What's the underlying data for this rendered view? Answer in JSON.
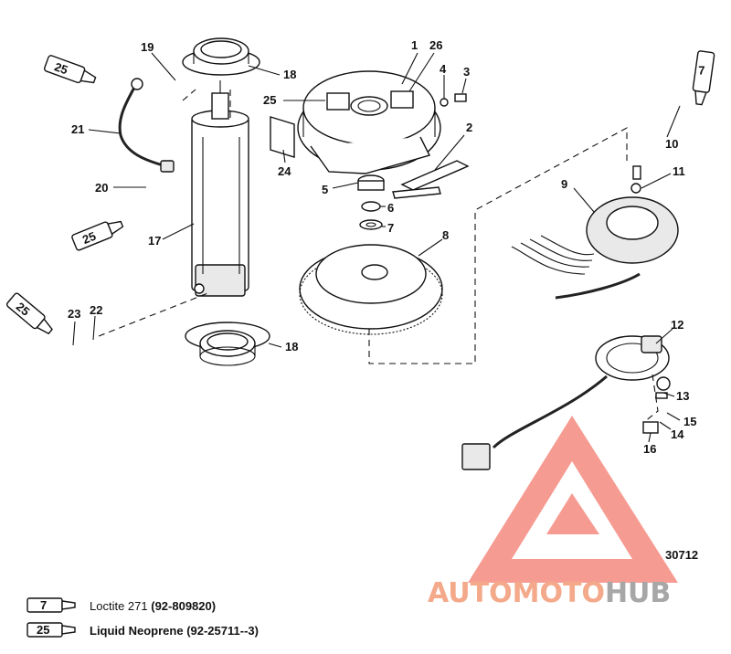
{
  "figure_number": "30712",
  "callouts": [
    {
      "id": "c1",
      "label": "1"
    },
    {
      "id": "c26",
      "label": "26"
    },
    {
      "id": "c4",
      "label": "4"
    },
    {
      "id": "c3",
      "label": "3"
    },
    {
      "id": "c2",
      "label": "2"
    },
    {
      "id": "c19",
      "label": "19"
    },
    {
      "id": "c18a",
      "label": "18"
    },
    {
      "id": "c25a",
      "label": "25"
    },
    {
      "id": "c21",
      "label": "21"
    },
    {
      "id": "c20",
      "label": "20"
    },
    {
      "id": "c17",
      "label": "17"
    },
    {
      "id": "c24",
      "label": "24"
    },
    {
      "id": "c5",
      "label": "5"
    },
    {
      "id": "c6",
      "label": "6"
    },
    {
      "id": "c7",
      "label": "7"
    },
    {
      "id": "c8",
      "label": "8"
    },
    {
      "id": "c10",
      "label": "10"
    },
    {
      "id": "c11",
      "label": "11"
    },
    {
      "id": "c9",
      "label": "9"
    },
    {
      "id": "c23",
      "label": "23"
    },
    {
      "id": "c22",
      "label": "22"
    },
    {
      "id": "c18b",
      "label": "18"
    },
    {
      "id": "c12",
      "label": "12"
    },
    {
      "id": "c13",
      "label": "13"
    },
    {
      "id": "c15",
      "label": "15"
    },
    {
      "id": "c14",
      "label": "14"
    },
    {
      "id": "c16",
      "label": "16"
    }
  ],
  "tube_labels": {
    "t25_top_left": "25",
    "t25_mid_left": "25",
    "t25_low_left": "25",
    "t7_right": "7"
  },
  "legend": [
    {
      "code": "7",
      "name": "Loctite 271",
      "part": "(92-809820)"
    },
    {
      "code": "25",
      "name": "Liquid Neoprene",
      "part": "(92-25711--3)"
    }
  ],
  "watermark": {
    "part1": "AUTOMOTO",
    "part2": "HUB",
    "color_primary": "#f3a98a",
    "color_secondary": "#a7a7a7",
    "logo_color": "#f04a3a"
  }
}
